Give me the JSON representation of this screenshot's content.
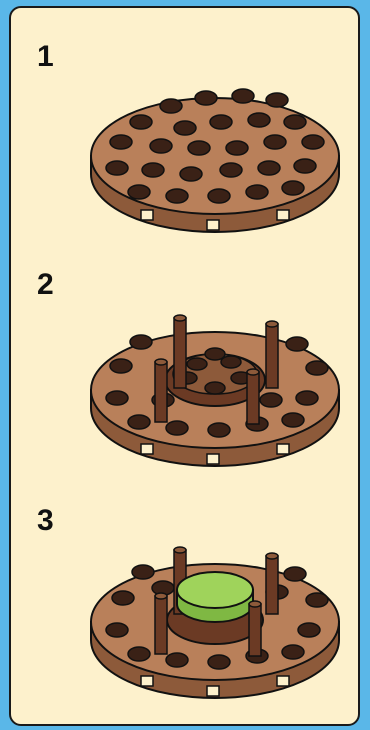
{
  "steps": [
    {
      "number": "1"
    },
    {
      "number": "2"
    },
    {
      "number": "3"
    }
  ],
  "colors": {
    "background": "#5ab7e8",
    "panel": "#fdf1cc",
    "plate": "#b9805a",
    "plate_side": "#8d5a3a",
    "stud": "#3a2116",
    "post": "#6b3a24",
    "green_tile": "#9fd35b"
  },
  "icons": [
    "round-plate-icon",
    "stud-icon",
    "post-icon",
    "round-tile-icon"
  ]
}
